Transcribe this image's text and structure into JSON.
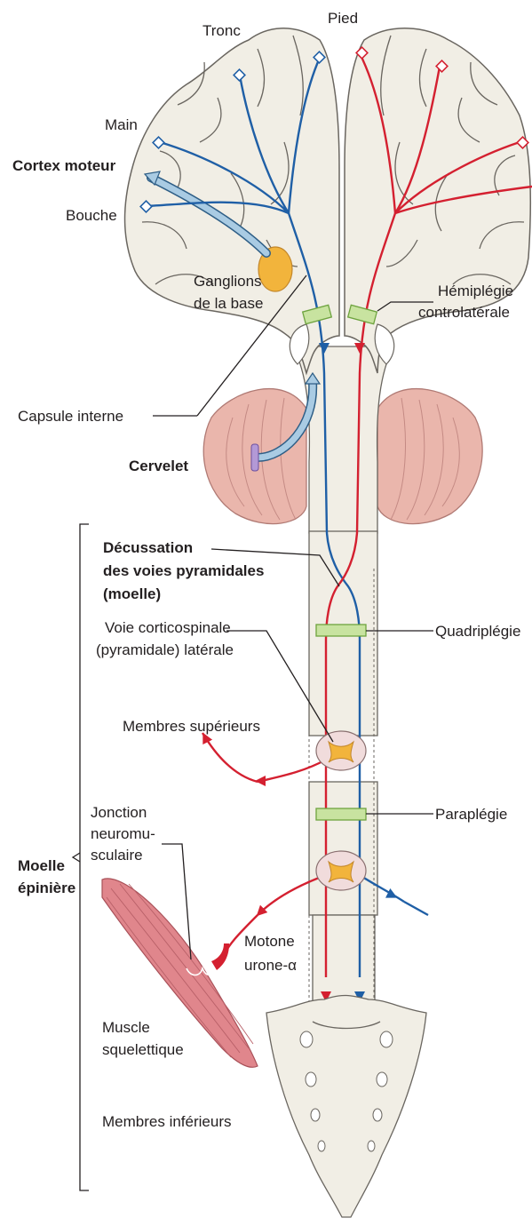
{
  "labels": {
    "tronc": "Tronc",
    "pied": "Pied",
    "main": "Main",
    "cortex_moteur": "Cortex moteur",
    "bouche": "Bouche",
    "ganglions_1": "Ganglions",
    "ganglions_2": "de la base",
    "hemiplegie_1": "Hémiplégie",
    "hemiplegie_2": "controlatérale",
    "capsule_interne": "Capsule interne",
    "cervelet": "Cervelet",
    "decussation_1": "Décussation",
    "decussation_2": "des voies pyramidales",
    "decussation_3": "(moelle)",
    "voie_1": "Voie corticospinale",
    "voie_2": "(pyramidale) latérale",
    "quadriplegie": "Quadriplégie",
    "membres_superieurs": "Membres supérieurs",
    "jonction_1": "Jonction",
    "jonction_2": "neuromu-",
    "jonction_3": "sculaire",
    "paraplegie": "Paraplégie",
    "moelle_1": "Moelle",
    "moelle_2": "épinière",
    "motoneurone_1": "Motone",
    "motoneurone_2": "urone-α",
    "muscle_1": "Muscle",
    "muscle_2": "squelettique",
    "membres_inferieurs": "Membres inférieurs"
  },
  "colors": {
    "left_pathway": "#1f5fa6",
    "right_pathway": "#d42030",
    "lesion": "#c8e3a0",
    "basal_ganglia": "#f2b43c",
    "cerebellum": "#eab6ac",
    "muscle": "#e0868c",
    "tissue": "#f1eee5"
  }
}
